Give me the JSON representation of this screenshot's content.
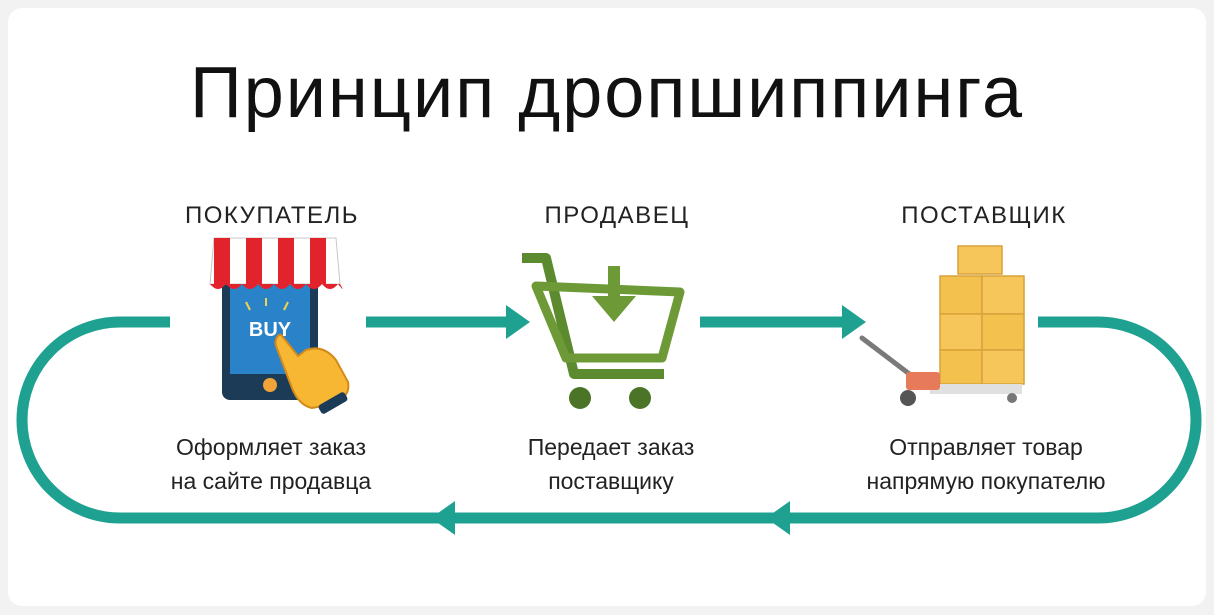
{
  "title": "Принцип дропшиппинга",
  "steps": [
    {
      "role": "ПОКУПАТЕЛЬ",
      "desc_line1": "Оформляет заказ",
      "desc_line2": "на сайте продавца",
      "icon": "shop-phone-icon",
      "icon_text": "BUY"
    },
    {
      "role": "ПРОДАВЕЦ",
      "desc_line1": "Передает заказ",
      "desc_line2": "поставщику",
      "icon": "shopping-cart-icon"
    },
    {
      "role": "ПОСТАВЩИК",
      "desc_line1": "Отправляет товар",
      "desc_line2": "напрямую покупателю",
      "icon": "pallet-boxes-icon"
    }
  ],
  "colors": {
    "flow": "#1fa192",
    "cart": "#5c8a2e",
    "awning_red": "#e3232c",
    "box": "#f2c14e"
  }
}
